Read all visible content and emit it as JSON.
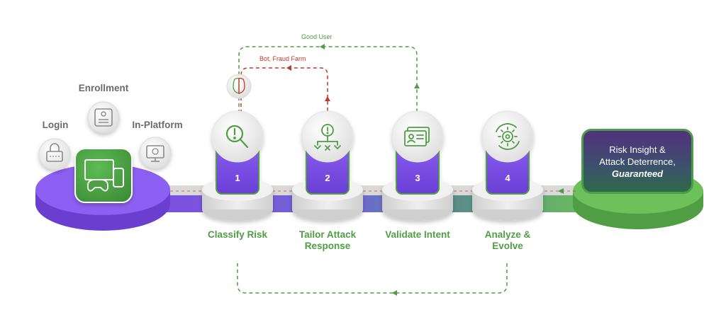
{
  "sources": {
    "login": "Login",
    "enrollment": "Enrollment",
    "in_platform": "In-Platform"
  },
  "flows": {
    "good_user": "Good User",
    "bot_fraud_farm": "Bot, Fraud Farm"
  },
  "steps": [
    {
      "number": "1",
      "label": "Classify Risk",
      "icon": "magnifier-alert-icon"
    },
    {
      "number": "2",
      "label": "Tailor Attack Response",
      "label_line1": "Tailor Attack",
      "label_line2": "Response",
      "icon": "decision-tree-icon"
    },
    {
      "number": "3",
      "label": "Validate Intent",
      "icon": "id-card-icon"
    },
    {
      "number": "4",
      "label": "Analyze & Evolve",
      "label_line1": "Analyze &",
      "label_line2": "Evolve",
      "icon": "gear-cycle-icon"
    }
  ],
  "outcome": {
    "line1": "Risk Insight &",
    "line2": "Attack Deterrence,",
    "line3": "Guaranteed"
  },
  "colors": {
    "purple": "#7a4fe0",
    "green": "#4f9e44",
    "red": "#c0392b",
    "gray": "#d6d6d6"
  }
}
